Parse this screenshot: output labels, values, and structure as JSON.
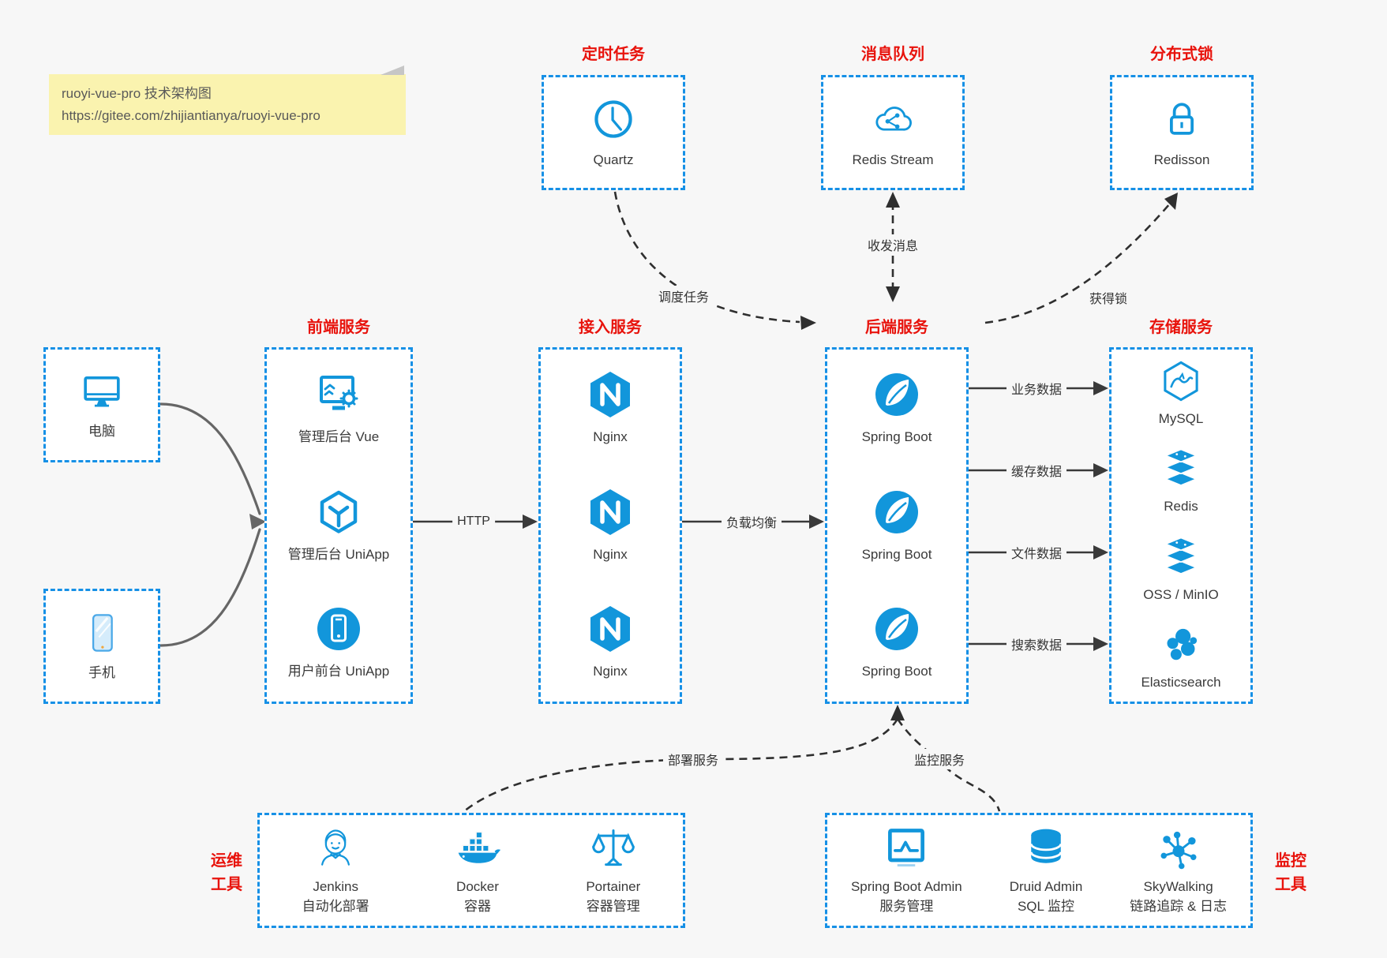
{
  "note": {
    "line1": "ruoyi-vue-pro 技术架构图",
    "line2": "https://gitee.com/zhijiantianya/ruoyi-vue-pro"
  },
  "colors": {
    "background": "#f7f7f7",
    "box_border_blue": "#1690e6",
    "icon_blue": "#1296db",
    "title_red": "#e8130c",
    "arrow_dark": "#3a3a3a",
    "client_curve_gray": "#666666",
    "note_yellow": "#faf3af"
  },
  "top": {
    "scheduled_job": {
      "title": "定时任务",
      "node": "Quartz",
      "icon": "clock-icon"
    },
    "message_queue": {
      "title": "消息队列",
      "node": "Redis Stream",
      "icon": "cloud-share-icon"
    },
    "distributed_lock": {
      "title": "分布式锁",
      "node": "Redisson",
      "icon": "lock-icon"
    }
  },
  "clients": {
    "pc": "电脑",
    "mobile": "手机"
  },
  "columns": {
    "frontend": {
      "title": "前端服务",
      "items": [
        "管理后台 Vue",
        "管理后台 UniApp",
        "用户前台 UniApp"
      ]
    },
    "gateway": {
      "title": "接入服务",
      "items": [
        "Nginx",
        "Nginx",
        "Nginx"
      ]
    },
    "backend": {
      "title": "后端服务",
      "items": [
        "Spring Boot",
        "Spring Boot",
        "Spring Boot"
      ]
    },
    "storage": {
      "title": "存储服务",
      "items": [
        "MySQL",
        "Redis",
        "OSS / MinIO",
        "Elasticsearch"
      ]
    }
  },
  "bottom": {
    "devops": {
      "title": [
        "运维",
        "工具"
      ],
      "items": [
        {
          "name": "Jenkins",
          "desc": "自动化部署"
        },
        {
          "name": "Docker",
          "desc": "容器"
        },
        {
          "name": "Portainer",
          "desc": "容器管理"
        }
      ]
    },
    "monitoring": {
      "title": [
        "监控",
        "工具"
      ],
      "items": [
        {
          "name": "Spring Boot Admin",
          "desc": "服务管理"
        },
        {
          "name": "Druid Admin",
          "desc": "SQL 监控"
        },
        {
          "name": "SkyWalking",
          "desc": "链路追踪 & 日志"
        }
      ]
    }
  },
  "edges": {
    "http": "HTTP",
    "load_balance": "负载均衡",
    "schedule": "调度任务",
    "send_receive": "收发消息",
    "acquire_lock": "获得锁",
    "business_data": "业务数据",
    "cache_data": "缓存数据",
    "file_data": "文件数据",
    "search_data": "搜索数据",
    "deploy": "部署服务",
    "monitor": "监控服务"
  }
}
